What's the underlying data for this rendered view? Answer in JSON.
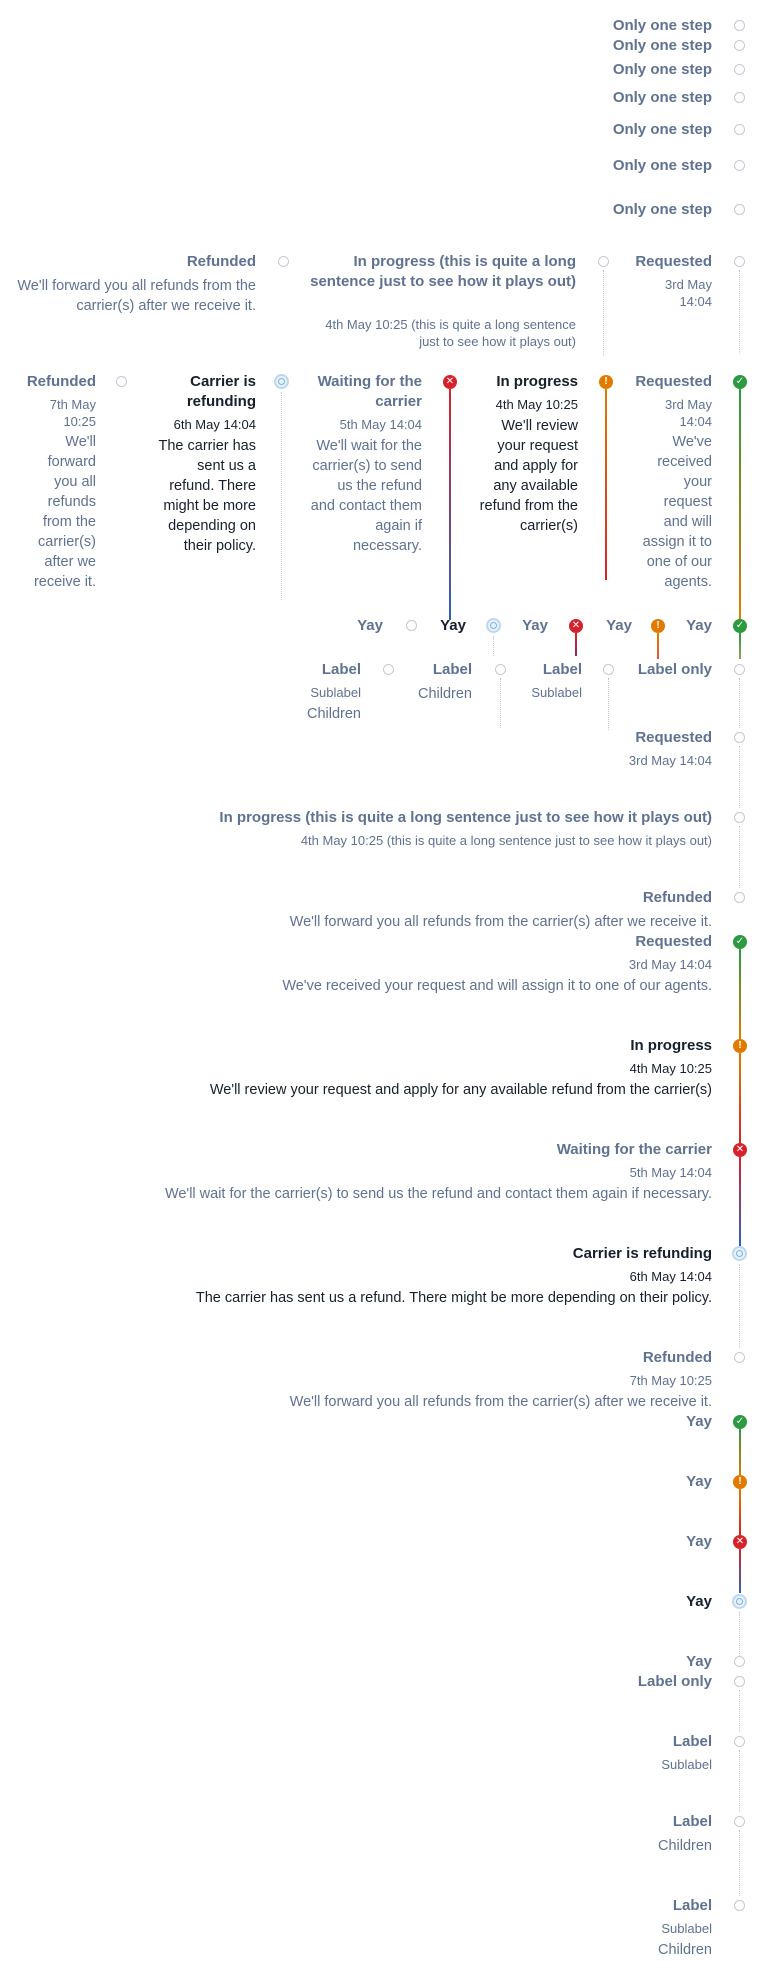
{
  "colors": {
    "success": "#2c9a3e",
    "warning": "#e07b00",
    "error": "#d6222b",
    "info": "#2a63b8",
    "muted": "#5f7291",
    "dark": "#16202d"
  },
  "icons": {
    "success": "check-icon",
    "warning": "exclamation-icon",
    "error": "cross-icon",
    "current": "ring-icon",
    "pending": "hollow-circle-icon"
  },
  "step_only": "Only one step",
  "step_only_count": 7,
  "horiz_a": {
    "refunded": {
      "label": "Refunded",
      "desc": "We'll forward you all refunds from the carrier(s) after we receive it."
    },
    "in_progress": {
      "label": "In progress (this is quite a long sentence just to see how it plays out)",
      "date": "4th May 10:25 (this is quite a long sentence just to see how it plays out)"
    },
    "requested": {
      "label": "Requested",
      "date": "3rd May 14:04"
    }
  },
  "horiz_b": {
    "refunded": {
      "label": "Refunded",
      "date": "7th May 10:25",
      "desc": "We'll forward you all refunds from the carrier(s) after we receive it."
    },
    "carrier": {
      "label": "Carrier is refunding",
      "date": "6th May 14:04",
      "desc": "The carrier has sent us a refund. There might be more depending on their policy."
    },
    "waiting": {
      "label": "Waiting for the carrier",
      "date": "5th May 14:04",
      "desc": "We'll wait for the carrier(s) to send us the refund and contact them again if necessary."
    },
    "in_progress": {
      "label": "In progress",
      "date": "4th May 10:25",
      "desc": "We'll review your request and apply for any available refund from the carrier(s)"
    },
    "requested": {
      "label": "Requested",
      "date": "3rd May 14:04",
      "desc": "We've received your request and will assign it to one of our agents."
    }
  },
  "yay": "Yay",
  "label_row": {
    "label": "Label",
    "label_only": "Label only",
    "sublabel": "Sublabel",
    "children": "Children"
  },
  "vert_a": {
    "requested": {
      "label": "Requested",
      "date": "3rd May 14:04"
    },
    "in_progress": {
      "label": "In progress (this is quite a long sentence just to see how it plays out)",
      "date": "4th May 10:25 (this is quite a long sentence just to see how it plays out)"
    },
    "refunded": {
      "label": "Refunded",
      "desc": "We'll forward you all refunds from the carrier(s) after we receive it."
    }
  },
  "vert_b": {
    "requested": {
      "label": "Requested",
      "date": "3rd May 14:04",
      "desc": "We've received your request and will assign it to one of our agents."
    },
    "in_progress": {
      "label": "In progress",
      "date": "4th May 10:25",
      "desc": "We'll review your request and apply for any available refund from the carrier(s)"
    },
    "waiting": {
      "label": "Waiting for the carrier",
      "date": "5th May 14:04",
      "desc": "We'll wait for the carrier(s) to send us the refund and contact them again if necessary."
    },
    "carrier": {
      "label": "Carrier is refunding",
      "date": "6th May 14:04",
      "desc": "The carrier has sent us a refund. There might be more depending on their policy."
    },
    "refunded": {
      "label": "Refunded",
      "date": "7th May 10:25",
      "desc": "We'll forward you all refunds from the carrier(s) after we receive it."
    }
  }
}
